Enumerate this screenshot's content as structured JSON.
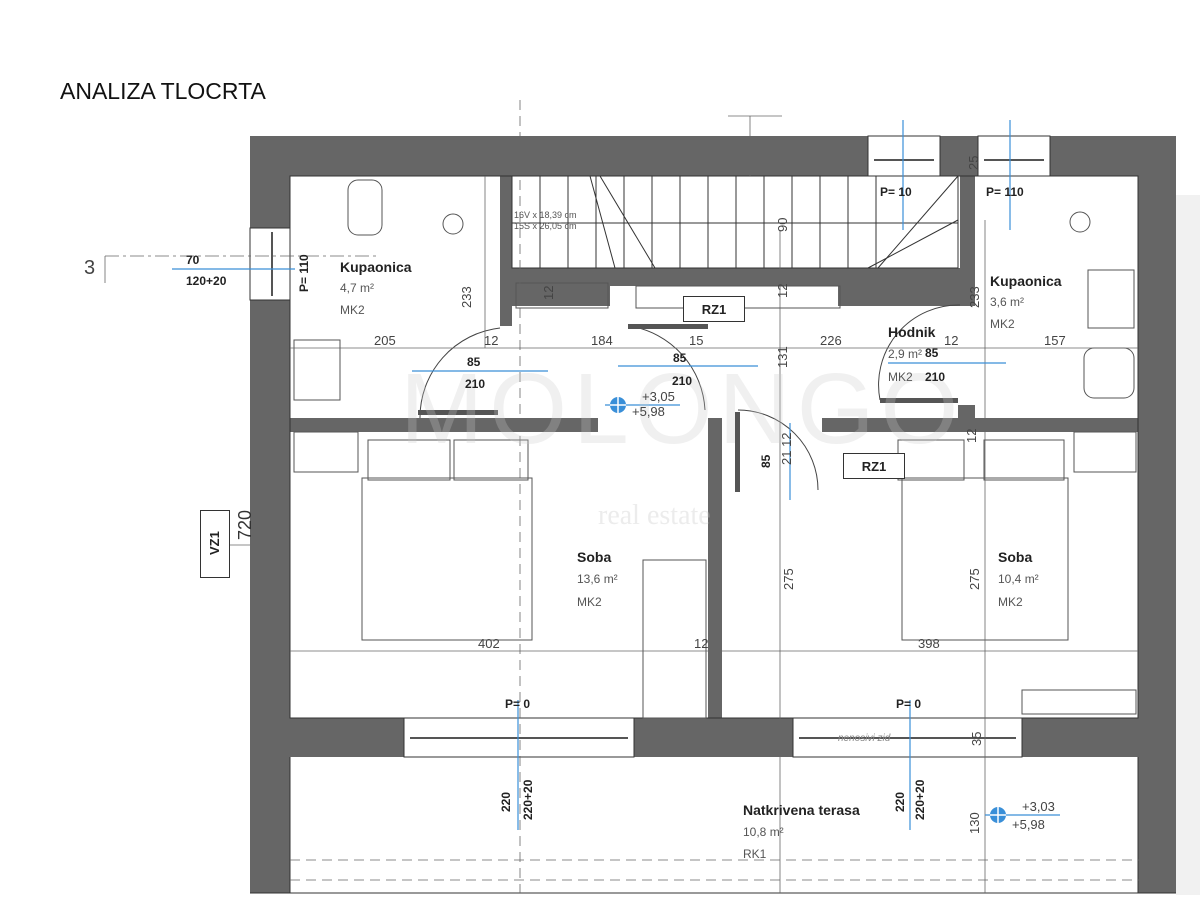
{
  "title": "ANALIZA TLOCRTA",
  "colors": {
    "wall": "#666666",
    "dimension_blue": "#3a8fd8",
    "line": "#333333"
  },
  "watermark": {
    "brand": "MOLONGO",
    "tagline": "real estate"
  },
  "section_marker": "3",
  "rooms": [
    {
      "name": "Kupaonica",
      "area": "4,7 m²",
      "code": "MK2"
    },
    {
      "name": "Kupaonica",
      "area": "3,6 m²",
      "code": "MK2"
    },
    {
      "name": "Hodnik",
      "area": "2,9 m²",
      "code": "MK2"
    },
    {
      "name": "Soba",
      "area": "13,6 m²",
      "code": "MK2"
    },
    {
      "name": "Soba",
      "area": "10,4 m²",
      "code": "MK2"
    },
    {
      "name": "Natkrivena terasa",
      "area": "10,8 m²",
      "code": "RK1"
    }
  ],
  "stairs": {
    "risers": "16V x 18,39 cm",
    "treads": "15S x 26,05 cm"
  },
  "labels": {
    "rz1": "RZ1",
    "vz1": "VZ1",
    "wall_note": "nenosivi zid"
  },
  "levels": [
    {
      "top": "+3,05",
      "bottom": "+5,98"
    },
    {
      "top": "+3,03",
      "bottom": "+5,98"
    }
  ],
  "windows": {
    "left": {
      "width": "70",
      "height": "120+20",
      "sill": "P= 110"
    },
    "top1_sill": "P= 10",
    "top2_sill": "P= 110",
    "bottom1": {
      "sill": "P= 0",
      "w": "220",
      "h": "220+20"
    },
    "bottom2": {
      "sill": "P= 0",
      "w": "220",
      "h": "220+20"
    }
  },
  "doors": [
    {
      "w": "85",
      "h": "210"
    },
    {
      "w": "85",
      "h": "210"
    },
    {
      "w": "85",
      "h": "210"
    },
    {
      "w": "85"
    }
  ],
  "dims": [
    "205",
    "12",
    "184",
    "15",
    "226",
    "12",
    "157",
    "233",
    "12",
    "233",
    "25",
    "90",
    "12",
    "131",
    "21 12",
    "12",
    "720",
    "402",
    "12",
    "398",
    "275",
    "275",
    "35",
    "130"
  ]
}
